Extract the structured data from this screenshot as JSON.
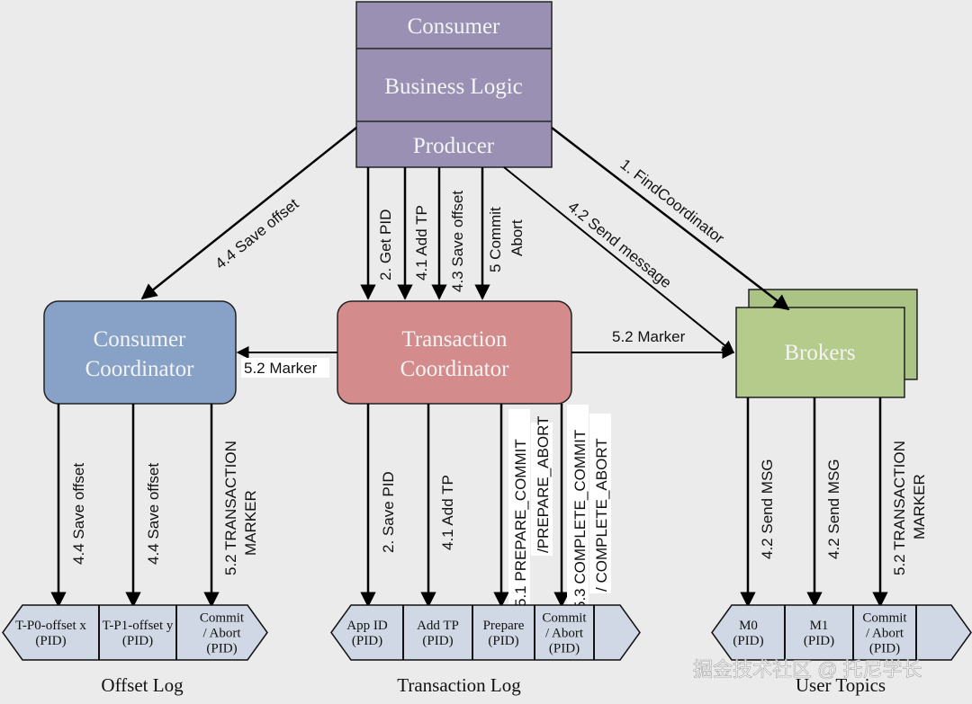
{
  "diagram": {
    "title": "Kafka Transaction Flow",
    "colors": {
      "client": "#9990b4",
      "consumer_coordinator": "#87a1c7",
      "transaction_coordinator": "#d38b8b",
      "brokers": "#b4cb8c",
      "log_cell": "#cfd8e4",
      "background": "#ebebeb"
    },
    "client_stack": {
      "consumer": "Consumer",
      "business_logic": "Business Logic",
      "producer": "Producer"
    },
    "nodes": {
      "consumer_coordinator": [
        "Consumer",
        "Coordinator"
      ],
      "transaction_coordinator": [
        "Transaction",
        "Coordinator"
      ],
      "brokers": "Brokers"
    },
    "edges": {
      "save_offset_client": "4.4 Save offset",
      "get_pid": "2. Get PID",
      "add_tp": "4.1 Add TP",
      "save_offset_tc": "4.3 Save offset",
      "commit_abort": [
        "5 Commit",
        "Abort"
      ],
      "send_message": "4.2 Send message",
      "find_coordinator": "1. FindCoordinator",
      "marker_to_cc": "5.2 Marker",
      "marker_to_brokers": "5.2 Marker",
      "cc_save_offset_1": "4.4 Save offset",
      "cc_save_offset_2": "4.4 Save offset",
      "cc_txn_marker": [
        "5.2 TRANSACTION",
        "MARKER"
      ],
      "tc_save_pid": "2. Save PID",
      "tc_add_tp": "4.1 Add TP",
      "tc_prepare": [
        "5.1 PREPARE_COMMIT",
        "/PREPARE_ABORT"
      ],
      "tc_complete": [
        "5.3 COMPLETE_COMMIT",
        "/ COMPLETE_ABORT"
      ],
      "br_send_msg_0": "4.2 Send MSG",
      "br_send_msg_1": "4.2 Send MSG",
      "br_txn_marker": [
        "5.2 TRANSACTION",
        "MARKER"
      ]
    },
    "logs": {
      "offset_log": {
        "title": "Offset Log",
        "cells": [
          [
            "T-P0-offset x",
            "(PID)"
          ],
          [
            "T-P1-offset y",
            "(PID)"
          ],
          [
            "Commit",
            "/ Abort",
            "(PID)"
          ]
        ]
      },
      "transaction_log": {
        "title": "Transaction Log",
        "cells": [
          [
            "App ID",
            "(PID)"
          ],
          [
            "Add TP",
            "(PID)"
          ],
          [
            "Prepare",
            "(PID)"
          ],
          [
            "Commit",
            "/ Abort",
            "(PID)"
          ],
          []
        ]
      },
      "user_topics": {
        "title": "User Topics",
        "cells": [
          [
            "M0",
            "(PID)"
          ],
          [
            "M1",
            "(PID)"
          ],
          [
            "Commit",
            "/ Abort",
            "(PID)"
          ],
          []
        ]
      }
    },
    "watermark": "掘金技术社区 @ 托尼学长"
  }
}
